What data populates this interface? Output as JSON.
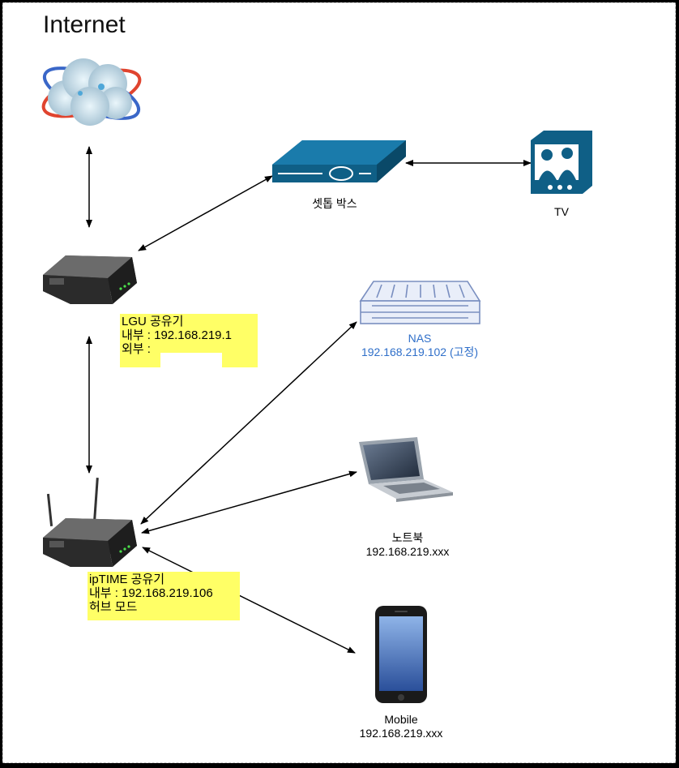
{
  "title": "Internet",
  "settop": {
    "label": "셋톱 박스"
  },
  "tv": {
    "label": "TV"
  },
  "lgu": {
    "line1": "LGU 공유기",
    "line2": "내부 : 192.168.219.1",
    "line3": "외부 :"
  },
  "nas": {
    "line1": "NAS",
    "line2": "192.168.219.102 (고정)"
  },
  "laptop": {
    "line1": "노트북",
    "line2": "192.168.219.xxx"
  },
  "iptime": {
    "line1": "ipTIME 공유기",
    "line2": "내부 : 192.168.219.106",
    "line3": "허브 모드"
  },
  "mobile": {
    "line1": "Mobile",
    "line2": "192.168.219.xxx"
  },
  "colors": {
    "nas_text": "#2f6fc9",
    "highlight": "#ffff66",
    "device_dark": "#2b2b2b",
    "settop_blue": "#0f5f86"
  }
}
